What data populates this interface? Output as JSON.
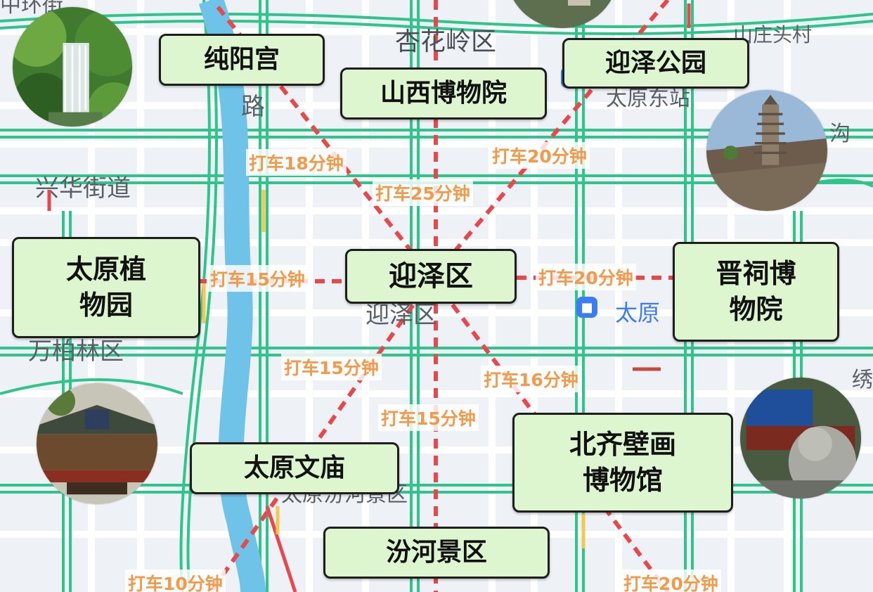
{
  "map_labels": {
    "top_left": "中环街",
    "xinghualing": "杏花岭区",
    "shanzhuangtou": "山庄头村",
    "lu": "路",
    "taiyuan_east": "太原东站",
    "xinghua_street": "兴华街道",
    "gou": "沟",
    "yingze_district": "迎泽区",
    "taiyuan_station": "太原",
    "wanbailin": "万柏林区",
    "xiu": "绣",
    "fenhe_scenic": "太原汾河景区"
  },
  "places": {
    "chunyang_palace": "纯阳宫",
    "shanxi_museum": "山西博物院",
    "yingze_park": "迎泽公园",
    "botanical_garden": "太原植\n物园",
    "yingze_district": "迎泽区",
    "jinci_museum": "晋祠博\n物院",
    "confucius_temple": "太原文庙",
    "beiqi_mural_museum": "北齐壁画\n博物馆",
    "fenhe_scenic_area": "汾河景区"
  },
  "ride_times": {
    "to_chunyang": "打车18分钟",
    "to_shanxi_museum": "打车25分钟",
    "to_yingze_park": "打车20分钟",
    "to_botanical": "打车15分钟",
    "to_jinci": "打车20分钟",
    "to_confucius": "打车15分钟",
    "to_beiqi": "打车16分钟",
    "to_fenhe": "打车15分钟",
    "bottom_left": "打车10分钟",
    "bottom_right": "打车20分钟"
  },
  "icons": {
    "station_marker": "train-station-icon"
  },
  "colors": {
    "route_line": "#e8484c",
    "ride_text": "#f29a4a",
    "place_fill": "#ddf6cf",
    "road_green": "#2fc58a",
    "river": "#6fc2e8"
  }
}
